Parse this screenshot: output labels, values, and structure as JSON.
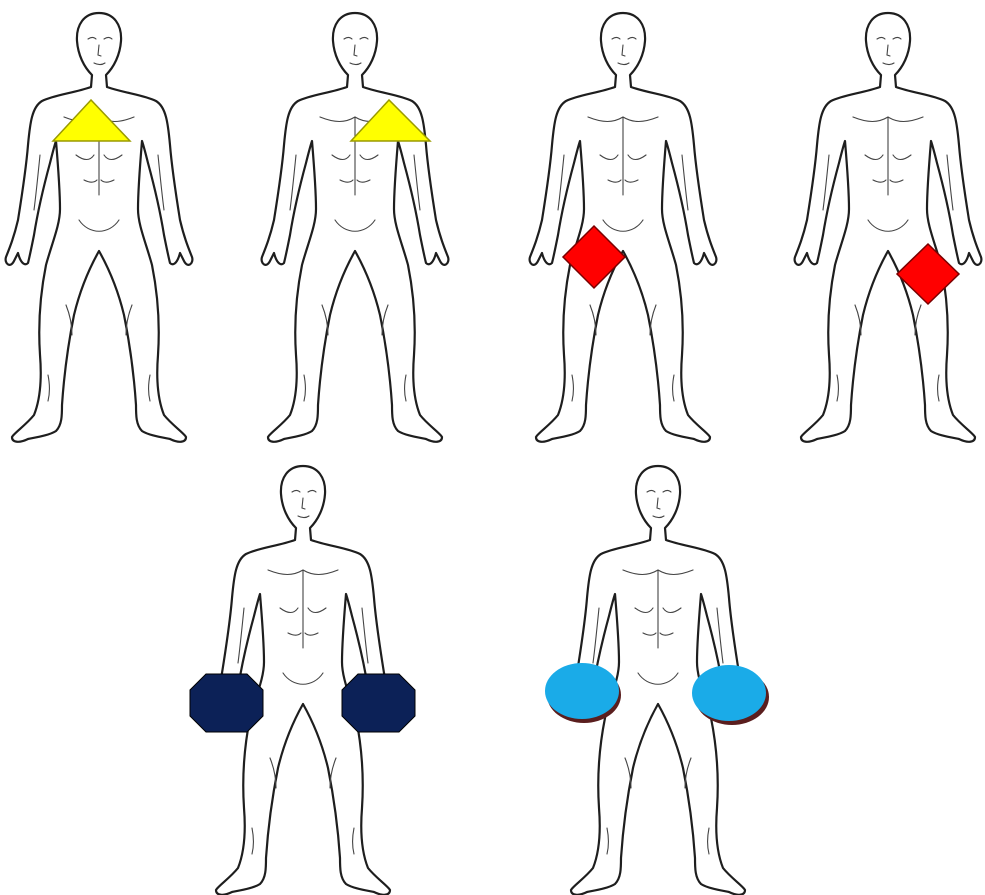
{
  "figures": [
    {
      "id": "figure-1",
      "marker": {
        "shape": "triangle",
        "color": "#ffff00",
        "site": "chest-right"
      }
    },
    {
      "id": "figure-2",
      "marker": {
        "shape": "triangle",
        "color": "#ffff00",
        "site": "chest-left"
      }
    },
    {
      "id": "figure-3",
      "marker": {
        "shape": "diamond",
        "color": "#ff0000",
        "site": "thigh-right"
      }
    },
    {
      "id": "figure-4",
      "marker": {
        "shape": "diamond",
        "color": "#ff0000",
        "site": "thigh-left"
      }
    },
    {
      "id": "figure-5",
      "markers": [
        {
          "shape": "octagon",
          "color": "#0c2157",
          "site": "hand-right"
        },
        {
          "shape": "octagon",
          "color": "#0c2157",
          "site": "hand-left"
        }
      ]
    },
    {
      "id": "figure-6",
      "markers": [
        {
          "shape": "ellipse",
          "color": "#1aabe8",
          "site": "hand-right"
        },
        {
          "shape": "ellipse",
          "color": "#1aabe8",
          "site": "hand-left"
        }
      ]
    }
  ],
  "colors": {
    "outline": "#1e1e1e",
    "background": "#ffffff"
  }
}
